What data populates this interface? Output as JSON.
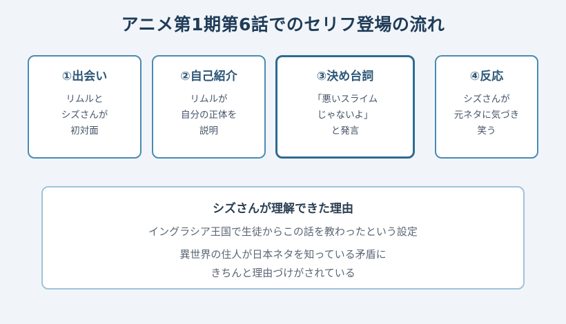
{
  "title": "アニメ第1期第6話でのセリフ登場の流れ",
  "steps": [
    {
      "title": "①出会い",
      "lines": [
        "リムルと",
        "シズさんが",
        "初対面"
      ]
    },
    {
      "title": "②自己紹介",
      "lines": [
        "リムルが",
        "自分の正体を",
        "説明"
      ]
    },
    {
      "title": "③決め台詞",
      "lines": [
        "「悪いスライム",
        "じゃないよ」",
        "と発言"
      ]
    },
    {
      "title": "④反応",
      "lines": [
        "シズさんが",
        "元ネタに気づき",
        "笑う"
      ]
    }
  ],
  "reason": {
    "title": "シズさんが理解できた理由",
    "line1": "イングラシア王国で生徒からこの話を教わったという設定",
    "line2": [
      "異世界の住人が日本ネタを知っている矛盾に",
      "きちんと理由づけがされている"
    ]
  }
}
